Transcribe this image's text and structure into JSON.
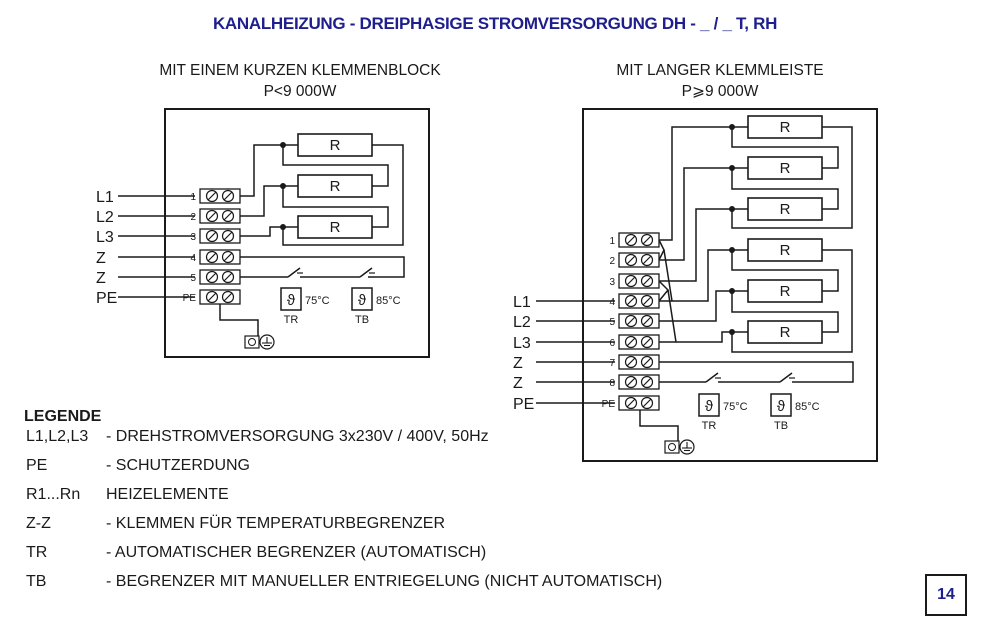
{
  "title": "KANALHEIZUNG - DREIPHASIGE STROMVERSORGUNG DH - _ / _ T, RH",
  "left_diagram": {
    "subtitle_line1": "MIT EINEM KURZEN KLEMMENBLOCK",
    "subtitle_line2": "P<9 000W",
    "supply_labels": [
      "L1",
      "L2",
      "L3",
      "Z",
      "Z",
      "PE"
    ],
    "terminal_numbers": [
      "1",
      "2",
      "3",
      "4",
      "5",
      "PE"
    ],
    "heater_label": "R",
    "thermostat_tr_temp": "75°C",
    "thermostat_tb_temp": "85°C",
    "thermostat_tr_label": "TR",
    "thermostat_tb_label": "TB"
  },
  "right_diagram": {
    "subtitle_line1": "MIT LANGER KLEMMLEISTE",
    "subtitle_line2": "P⩾9 000W",
    "supply_labels": [
      "L1",
      "L2",
      "L3",
      "Z",
      "Z",
      "PE"
    ],
    "terminal_numbers": [
      "1",
      "2",
      "3",
      "4",
      "5",
      "6",
      "7",
      "8",
      "PE"
    ],
    "heater_label": "R",
    "thermostat_tr_temp": "75°C",
    "thermostat_tb_temp": "85°C",
    "thermostat_tr_label": "TR",
    "thermostat_tb_label": "TB"
  },
  "legend": {
    "title": "LEGENDE",
    "items": [
      {
        "key": "L1,L2,L3",
        "desc": "- DREHSTROMVERSORGUNG 3x230V / 400V, 50Hz"
      },
      {
        "key": "PE",
        "desc": "- SCHUTZERDUNG"
      },
      {
        "key": "R1...Rn",
        "desc": "HEIZELEMENTE"
      },
      {
        "key": "Z-Z",
        "desc": "- KLEMMEN FÜR TEMPERATURBEGRENZER"
      },
      {
        "key": "TR",
        "desc": "- AUTOMATISCHER BEGRENZER (AUTOMATISCH)"
      },
      {
        "key": "TB",
        "desc": "- BEGRENZER MIT MANUELLER ENTRIEGELUNG (NICHT AUTOMATISCH)"
      }
    ]
  },
  "page_number": "14"
}
